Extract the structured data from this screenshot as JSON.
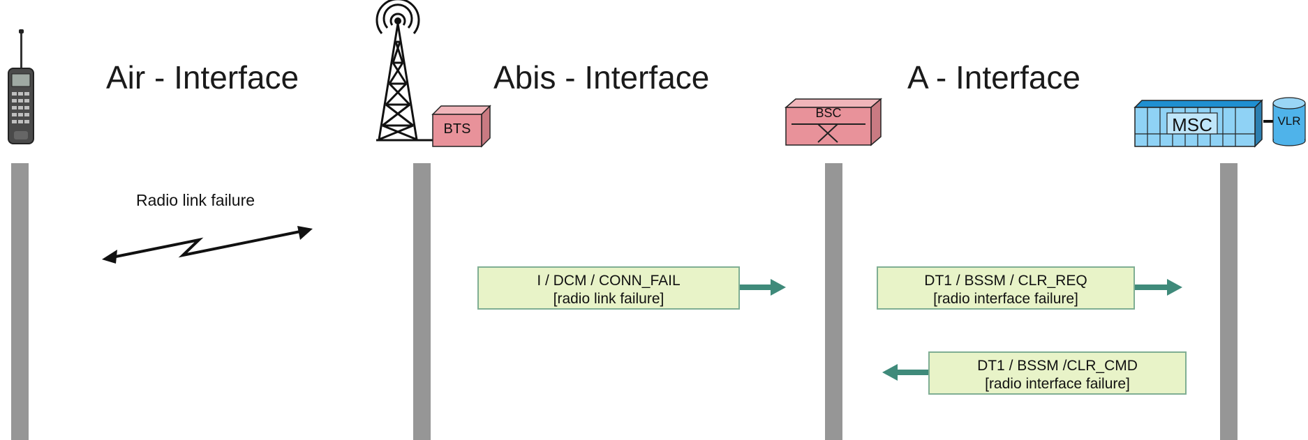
{
  "interfaces": {
    "air": "Air - Interface",
    "abis": "Abis - Interface",
    "a": "A - Interface"
  },
  "nodes": {
    "bts": "BTS",
    "bsc": "BSC",
    "msc": "MSC",
    "vlr": "VLR"
  },
  "radio_link_label": "Radio link failure",
  "messages": [
    {
      "line1": "I / DCM / CONN_FAIL",
      "line2": "[radio link failure]",
      "direction": "right"
    },
    {
      "line1": "DT1 / BSSM / CLR_REQ",
      "line2": "[radio interface failure]",
      "direction": "right"
    },
    {
      "line1": "DT1 / BSSM /CLR_CMD",
      "line2": "[radio interface failure]",
      "direction": "left"
    }
  ],
  "colors": {
    "message_fill": "#e8f3c8",
    "message_border": "#7fae93",
    "arrow": "#3f8a7a",
    "lifeline": "#969696",
    "bts_bsc_fill": "#e8929a",
    "msc_fill": "#4fb3ea"
  },
  "icons": [
    "mobile-phone-icon",
    "antenna-tower-icon",
    "bts-box-icon",
    "bsc-box-icon",
    "msc-rack-icon",
    "vlr-database-icon"
  ]
}
